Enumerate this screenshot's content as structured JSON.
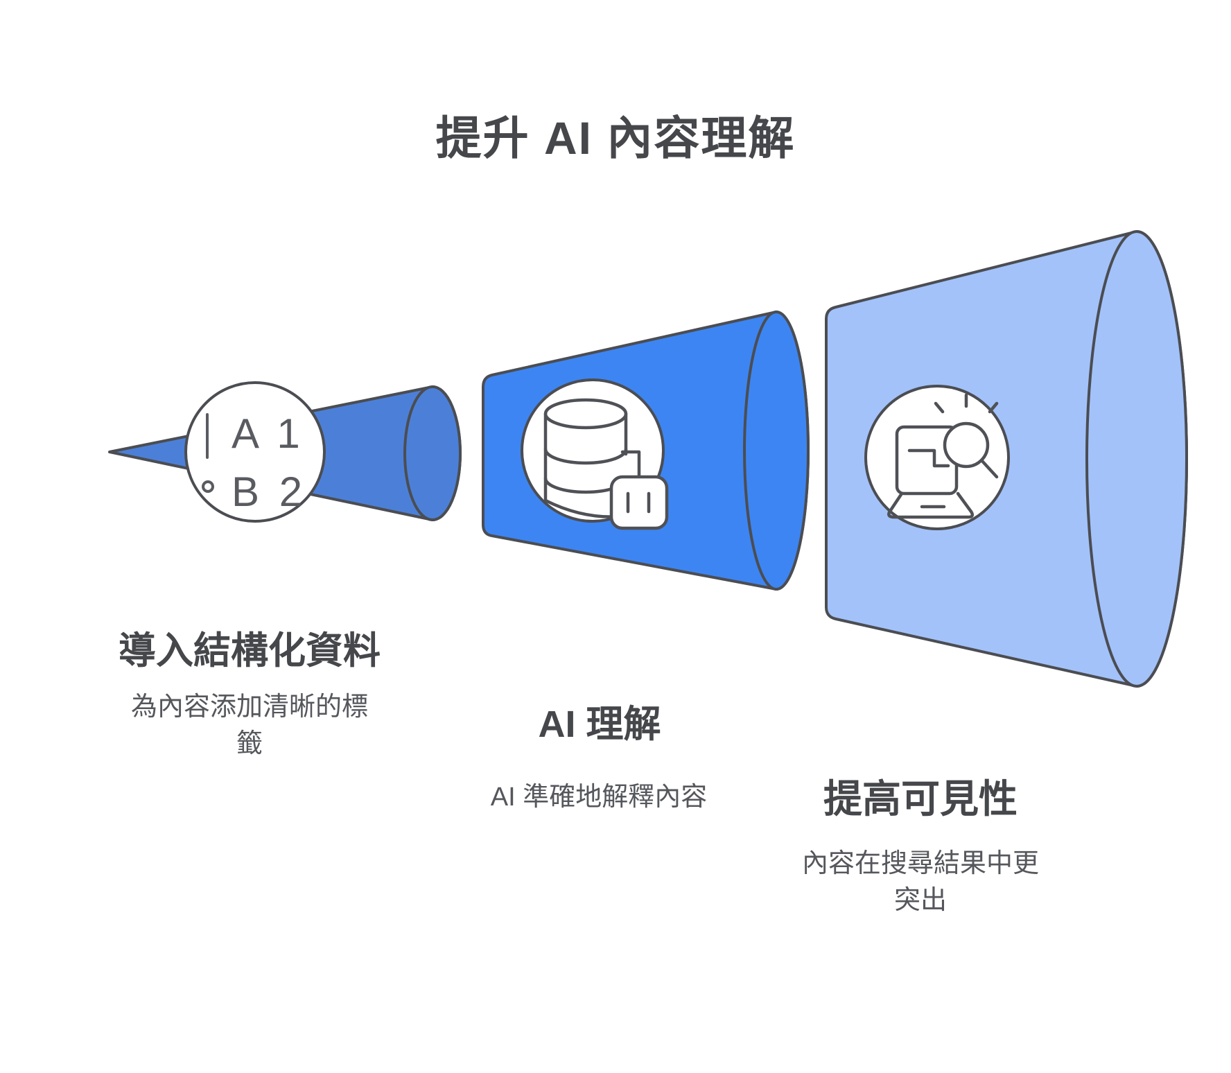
{
  "title": "提升 AI 內容理解",
  "stages": [
    {
      "id": "structured-data",
      "label": "導入結構化資料",
      "description": "為內容添加清晰的標籤",
      "icon": "tag-labels-icon",
      "fill": "#4c80d8"
    },
    {
      "id": "ai-understanding",
      "label": "AI 理解",
      "description": "AI 準確地解釋內容",
      "icon": "database-robot-icon",
      "fill": "#3d85f2"
    },
    {
      "id": "visibility",
      "label": "提高可見性",
      "description": "內容在搜尋結果中更突出",
      "icon": "laptop-search-icon",
      "fill": "#a3c2fa"
    }
  ],
  "tag_icon_text": {
    "line1": "A 1",
    "line2": "B 2"
  },
  "colors": {
    "background": "#ffffff",
    "outline": "#4b4d52",
    "heading_text": "#45474b",
    "body_text": "#55575c",
    "icon_stroke": "#4f5156",
    "stage1_fill": "#4c80d8",
    "stage2_fill": "#3d85f2",
    "stage3_fill": "#a3c2fa"
  }
}
